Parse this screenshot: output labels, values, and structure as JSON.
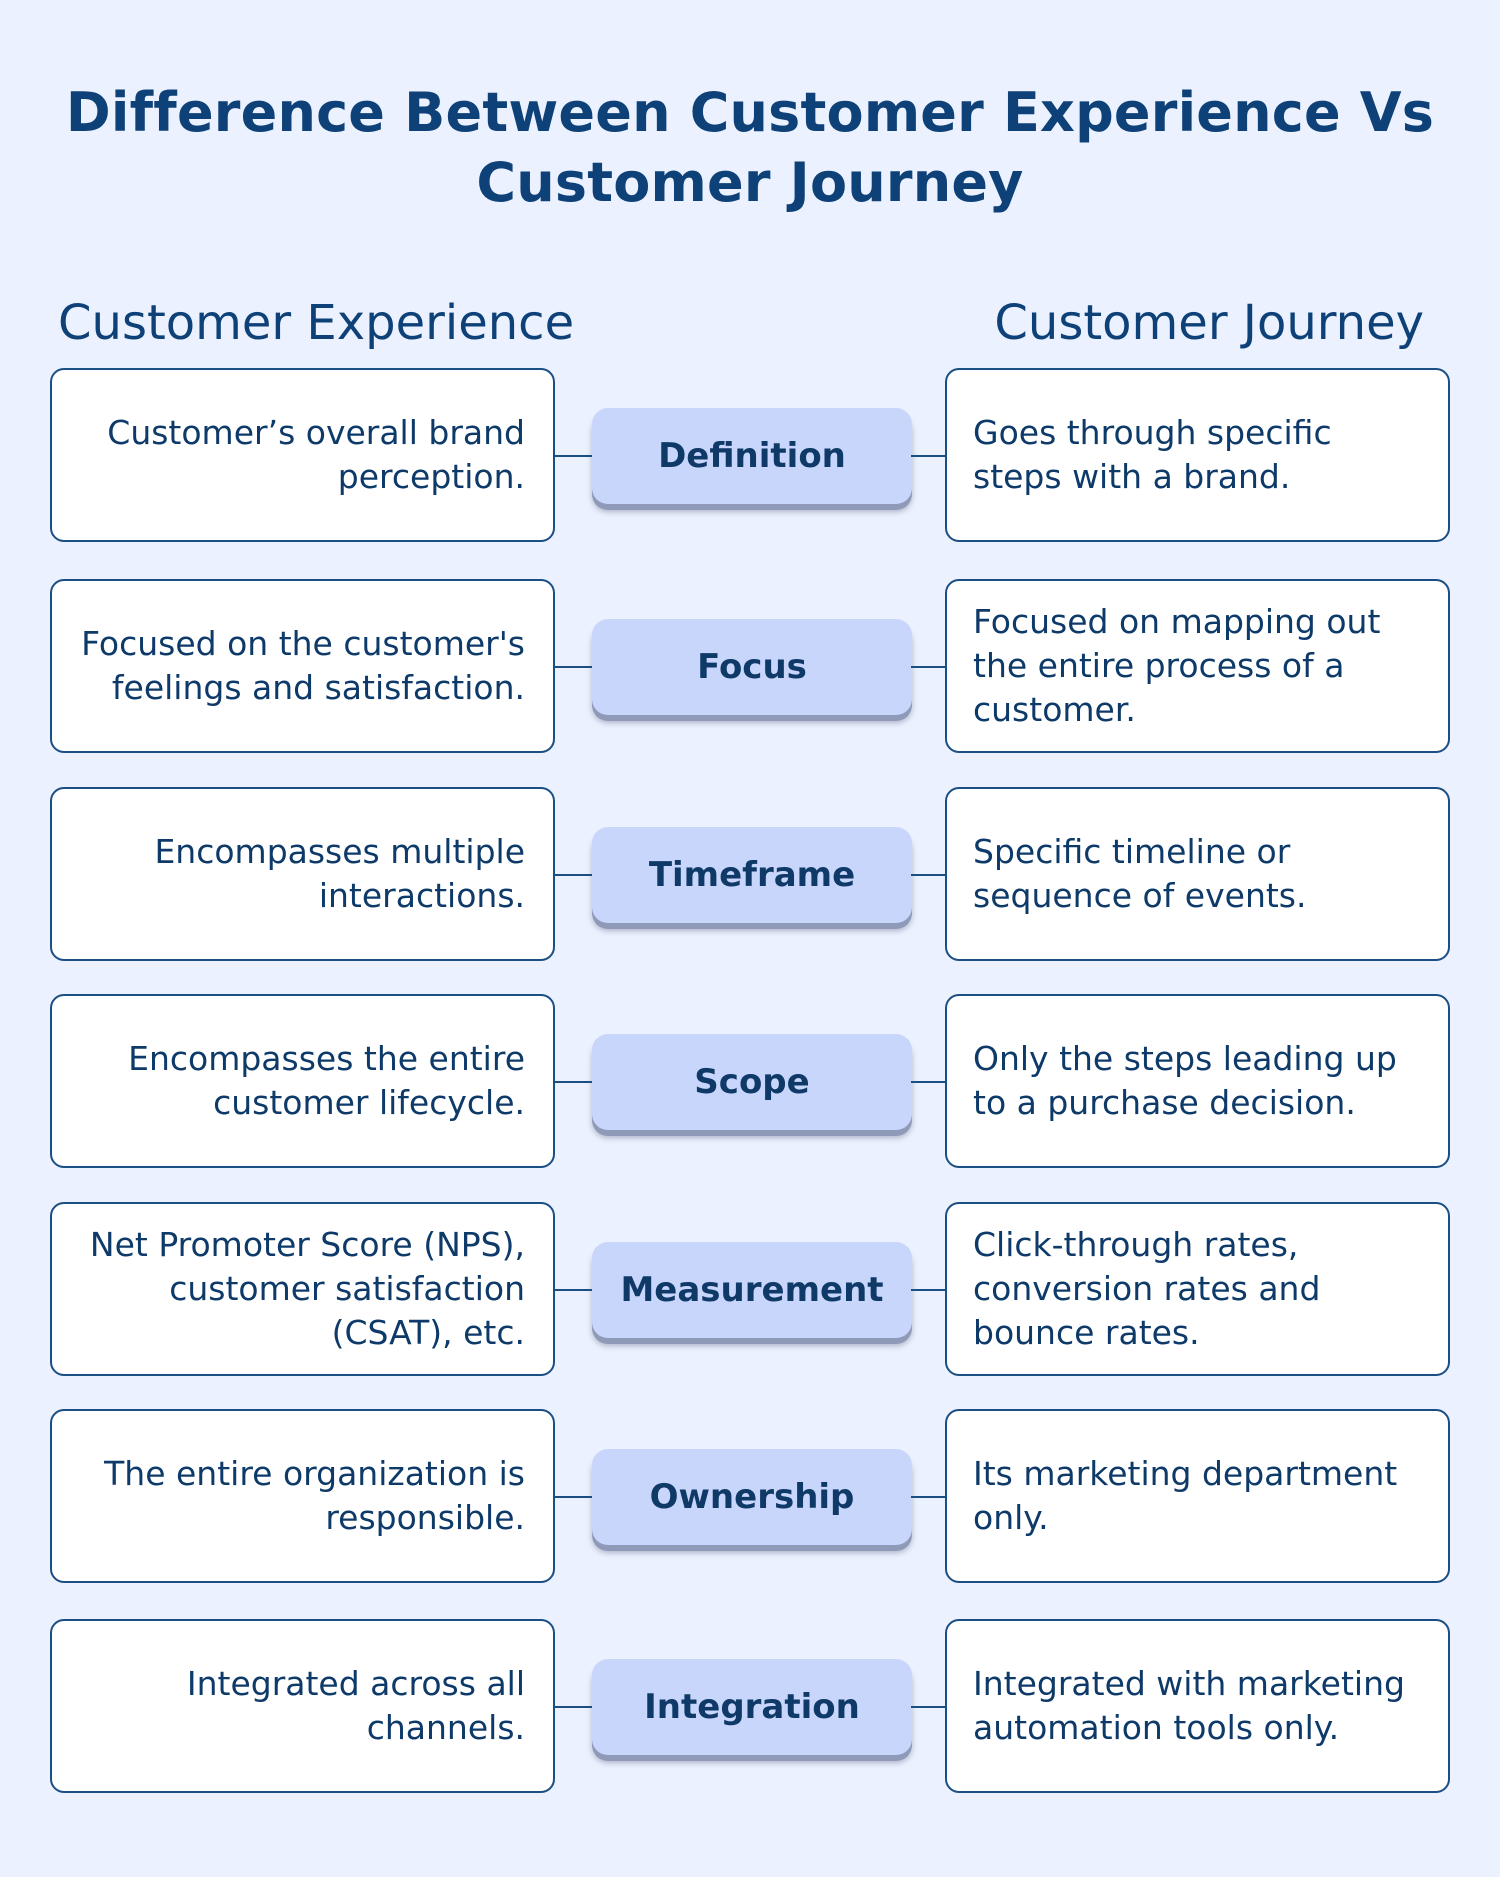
{
  "title": "Difference Between Customer Experience Vs Customer Journey",
  "columns": {
    "left": "Customer Experience",
    "right": "Customer Journey"
  },
  "rows": [
    {
      "label": "Definition",
      "left": "Customer’s overall brand perception.",
      "right": "Goes through specific steps with a brand."
    },
    {
      "label": "Focus",
      "left": "Focused on the customer's feelings and satisfaction.",
      "right": "Focused on mapping out the entire process of a customer."
    },
    {
      "label": "Timeframe",
      "left": "Encompasses multiple interactions.",
      "right": "Specific timeline or sequence of events."
    },
    {
      "label": "Scope",
      "left": "Encompasses the entire customer lifecycle.",
      "right": "Only the steps leading up to a purchase decision."
    },
    {
      "label": "Measurement",
      "left": "Net Promoter Score (NPS), customer satisfaction (CSAT), etc.",
      "right": "Click-through rates, conversion rates and bounce rates."
    },
    {
      "label": "Ownership",
      "left": "The entire organization is responsible.",
      "right": "Its marketing department only."
    },
    {
      "label": "Integration",
      "left": "Integrated across all channels.",
      "right": "Integrated with marketing automation tools only."
    }
  ]
}
